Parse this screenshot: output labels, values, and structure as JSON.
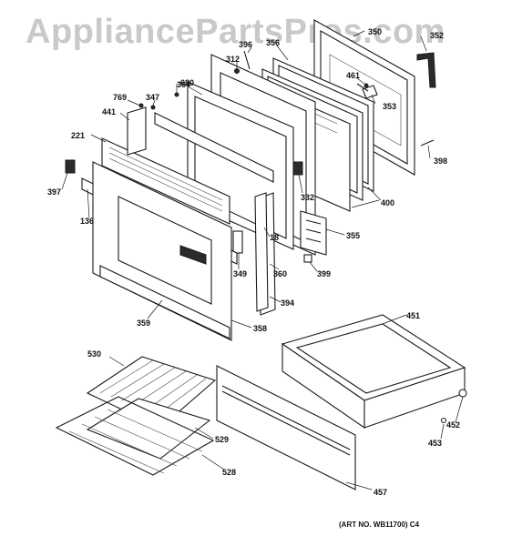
{
  "watermark": "AppliancePartsPros.com",
  "art_number": "(ART NO. WB11700) C4",
  "part_labels": {
    "p350": "350",
    "p352": "352",
    "p396": "396",
    "p356": "356",
    "p312": "312",
    "p680": "680",
    "p364": "364",
    "p461": "461",
    "p769": "769",
    "p347": "347",
    "p353": "353",
    "p441": "441",
    "p221": "221",
    "p398": "398",
    "p397": "397",
    "p400": "400",
    "p332": "332",
    "p136": "136",
    "p18": "18",
    "p355": "355",
    "p349": "349",
    "p360": "360",
    "p399": "399",
    "p394": "394",
    "p451": "451",
    "p359": "359",
    "p358": "358",
    "p530": "530",
    "p452": "452",
    "p529": "529",
    "p453": "453",
    "p528": "528",
    "p457": "457"
  }
}
